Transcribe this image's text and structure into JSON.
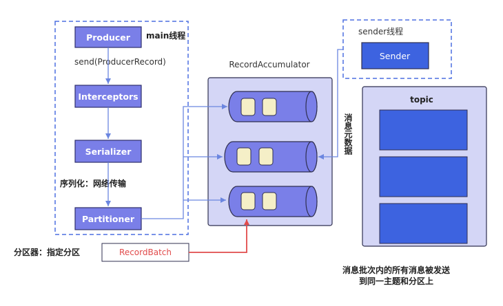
{
  "main_thread": {
    "label": "main线程",
    "send_label": "send(ProducerRecord)",
    "serialize_note": "序列化：网络传输",
    "partition_note": "分区器：指定分区",
    "boxes": {
      "producer": "Producer",
      "interceptors": "Interceptors",
      "serializer": "Serializer",
      "partitioner": "Partitioner"
    }
  },
  "accumulator": {
    "title": "RecordAccumulator",
    "record_batch": "RecordBatch"
  },
  "sender_thread": {
    "label": "sender线程",
    "sender_box": "Sender"
  },
  "metadata_label": "消息元数据",
  "topic": {
    "title": "topic"
  },
  "bottom_note": {
    "line1": "消息批次内的所有消息被发送",
    "line2": "到同一主题和分区上"
  },
  "colors": {
    "box_fill": "#7a7fe8",
    "box_border": "#2f2f6b",
    "panel_fill": "#d4d6f6",
    "dashed_border": "#4b6fe0",
    "arrow": "#6b86e0",
    "partition_fill": "#3d63e0",
    "red": "#e14b4b",
    "record_fill": "#f5efc7"
  }
}
